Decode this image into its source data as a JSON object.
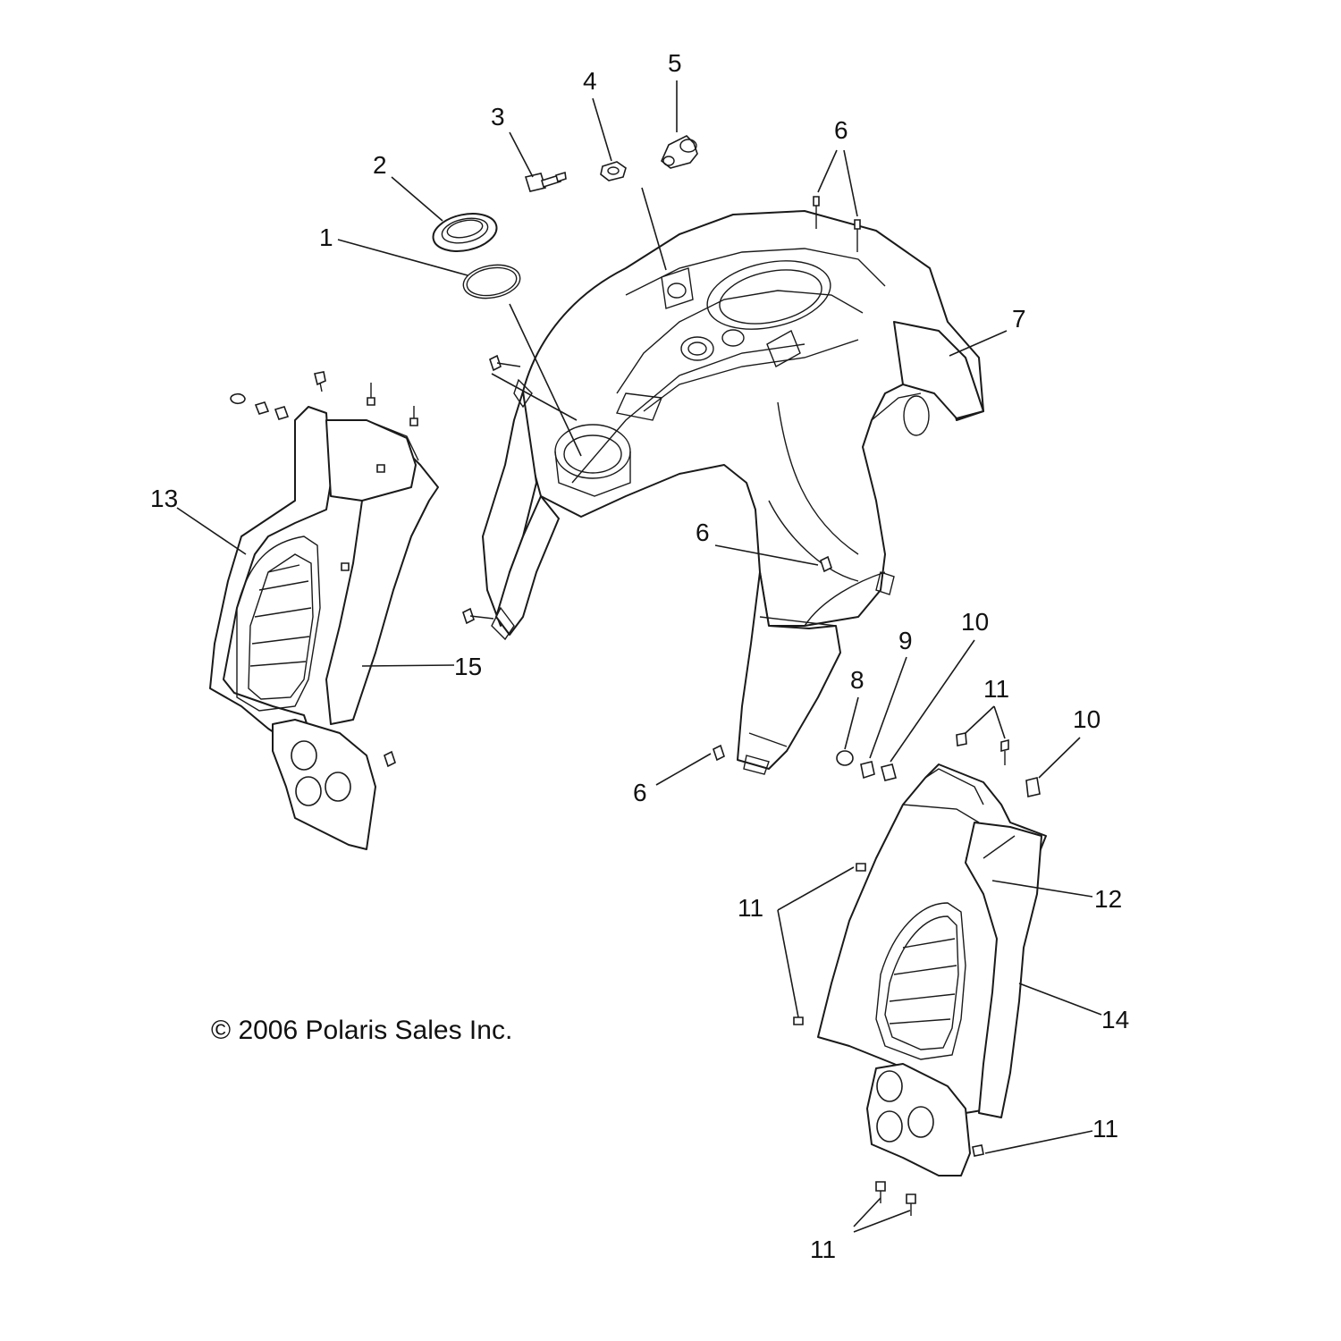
{
  "callouts": {
    "c1": "1",
    "c2": "2",
    "c3": "3",
    "c4": "4",
    "c5": "5",
    "c6_top": "6",
    "c6_mid": "6",
    "c6_low": "6",
    "c7": "7",
    "c8": "8",
    "c9": "9",
    "c10_a": "10",
    "c10_b": "10",
    "c11_a": "11",
    "c11_b": "11",
    "c11_c": "11",
    "c11_d": "11",
    "c12": "12",
    "c13": "13",
    "c14": "14",
    "c15": "15"
  },
  "copyright": "© 2006 Polaris Sales Inc.",
  "colors": {
    "line": "#1a1a1a",
    "background": "#ffffff"
  }
}
